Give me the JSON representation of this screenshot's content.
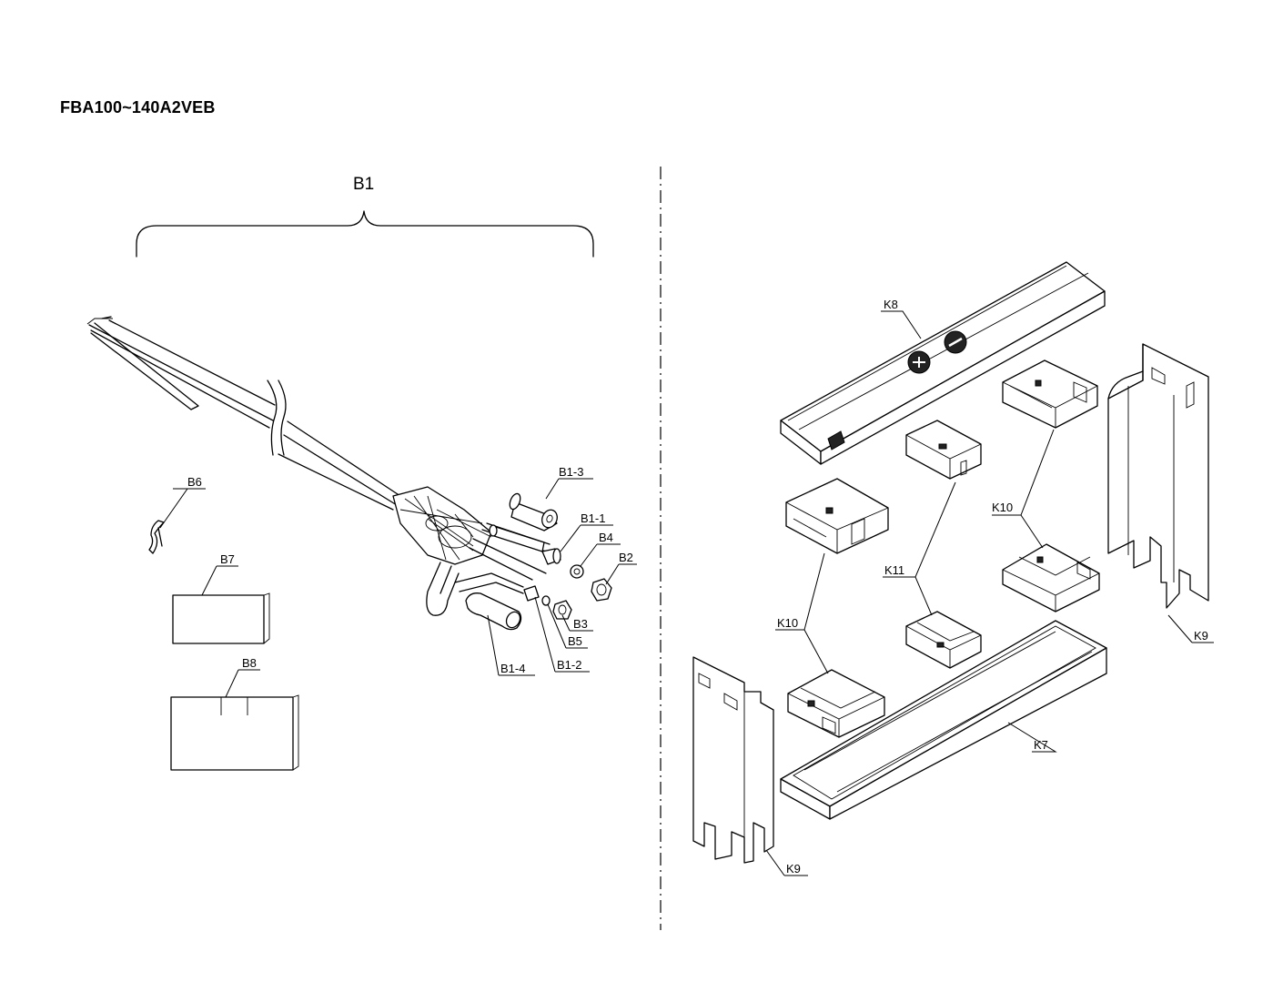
{
  "title": "FBA100~140A2VEB",
  "labels": {
    "b1": "B1",
    "b1_1": "B1-1",
    "b1_2": "B1-2",
    "b1_3": "B1-3",
    "b1_4": "B1-4",
    "b2": "B2",
    "b3": "B3",
    "b4": "B4",
    "b5": "B5",
    "b6": "B6",
    "b7": "B7",
    "b8": "B8",
    "k7": "K7",
    "k8": "K8",
    "k9_right": "K9",
    "k9_left": "K9",
    "k10_upper": "K10",
    "k10_lower": "K10",
    "k11": "K11"
  }
}
